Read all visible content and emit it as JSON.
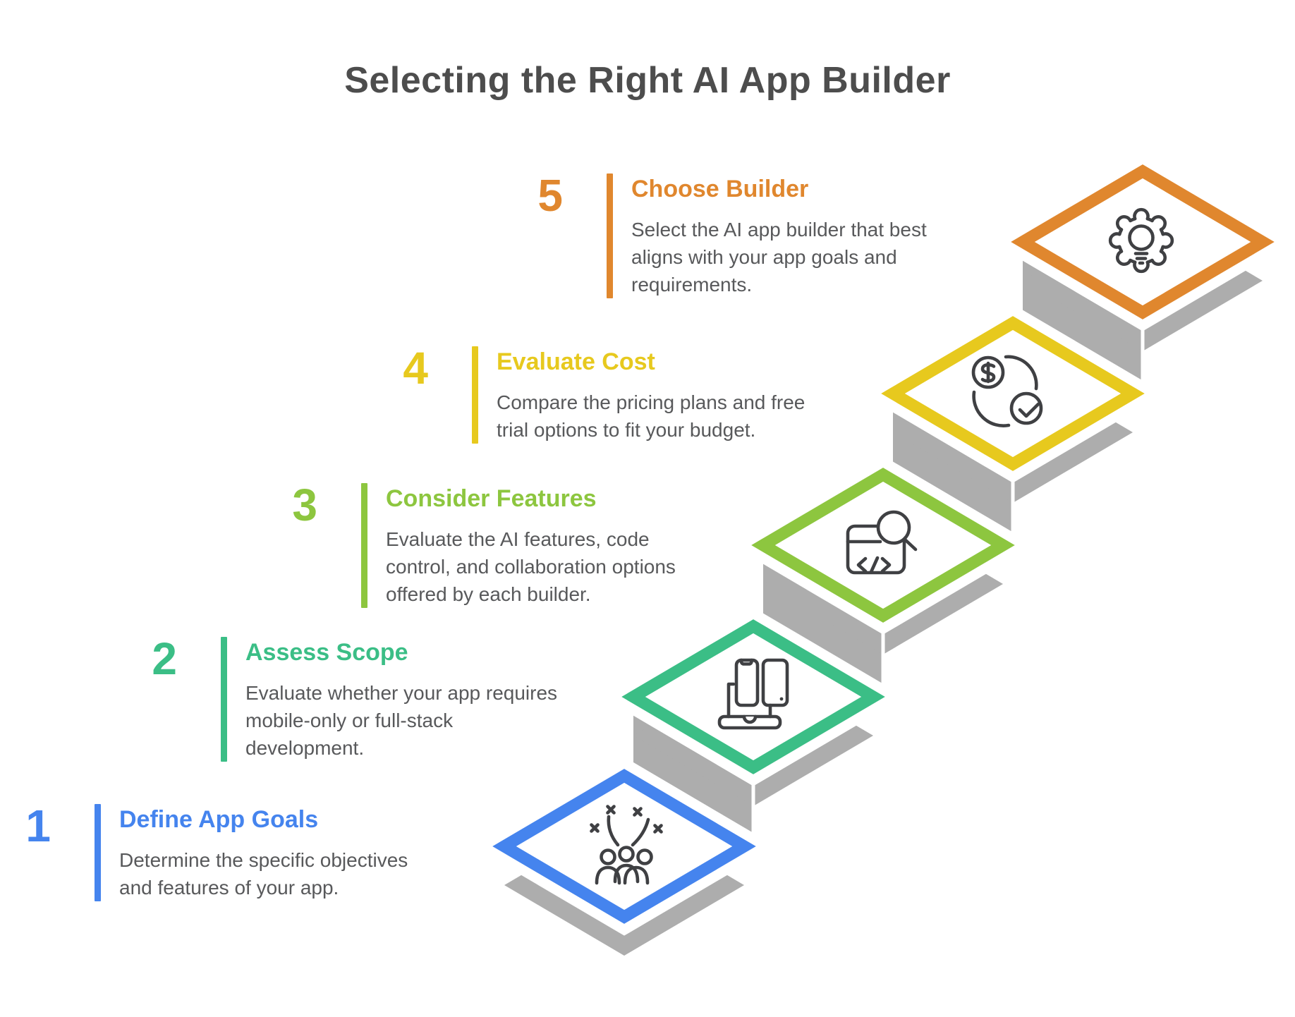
{
  "title": "Selecting the Right AI App Builder",
  "colors": {
    "background": "#FFFFFF",
    "gray_3d": "#ADADAD",
    "white_gap": "#FFFFFF",
    "title_text": "#4D4D4D",
    "body_text": "#58595B",
    "icon_stroke": "#3F4043"
  },
  "steps": [
    {
      "number": "1",
      "heading": "Define App Goals",
      "body": "Determine the specific objectives\nand features of your app.",
      "color": "#4584EE",
      "icon": "people-celebration-icon"
    },
    {
      "number": "2",
      "heading": "Assess Scope",
      "body": "Evaluate whether your app requires\nmobile-only or full-stack\ndevelopment.",
      "color": "#3BBE86",
      "icon": "devices-icon"
    },
    {
      "number": "3",
      "heading": "Consider Features",
      "body": "Evaluate the AI features, code\ncontrol, and collaboration options\noffered by each builder.",
      "color": "#8DC63F",
      "icon": "code-search-icon"
    },
    {
      "number": "4",
      "heading": "Evaluate Cost",
      "body": "Compare the pricing plans and free\ntrial options to fit your budget.",
      "color": "#E7C91E",
      "icon": "pricing-refresh-check-icon"
    },
    {
      "number": "5",
      "heading": "Choose Builder",
      "body": "Select the AI app builder that best\naligns with your app goals and\nrequirements.",
      "color": "#E0872E",
      "icon": "gear-lightbulb-icon"
    }
  ]
}
